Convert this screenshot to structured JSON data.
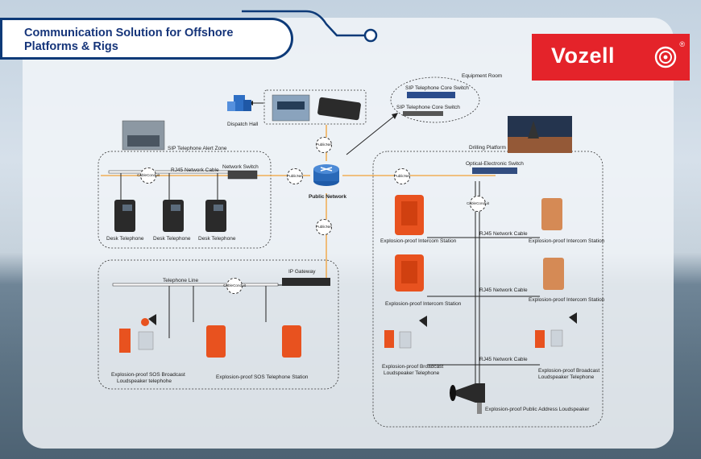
{
  "header": {
    "title": "Communication Solution for Offshore Platforms & Rigs"
  },
  "brand": {
    "name": "Vozell",
    "reg": "®",
    "color": "#e4232a",
    "accent": "#16357a"
  },
  "labels": {
    "dispatch_hall": "Dispatch Hall",
    "equipment_room": "Equipment Room",
    "core_switch_1": "SIP Telephone Core Switch",
    "core_switch_2": "SIP Telephone Core Switch",
    "alert_zone": "SIP Telephone Alert Zone",
    "drilling_platform": "Drilling Platform",
    "rj45_top": "RJ45 Network Cable",
    "network_switch": "Network Switch",
    "public_network": "Public Network",
    "optical_switch": "Optical-Electronic Switch",
    "desk_phone_1": "Desk Telephone",
    "desk_phone_2": "Desk Telephone",
    "desk_phone_3": "Desk Telephone",
    "ip_gateway": "IP Gateway",
    "telephone_line": "Telephone Line",
    "sos_broadcast_1": "Explosion-proof SOS Broadcast",
    "sos_broadcast_2": "Loudspeaker telephohe",
    "sos_station": "Explosion-proof SOS Telephone Station",
    "intercom_l1": "Explosion-proof Intercom Station",
    "intercom_r1": "Explosion-proof Intercom Station",
    "intercom_l2": "Explosion-proof Intercom Station",
    "intercom_r2": "Explosion-proof Intercom Station",
    "rj45_right_1": "RJ45 Network Cable",
    "rj45_right_2": "RJ45 Network Cable",
    "rj45_right_3": "RJ45 Network Cable",
    "broadcast_l_1": "Explosion-proof Broadcast",
    "broadcast_l_2": "Loudspeaker Telephone",
    "broadcast_r_1": "Explosion-proof Broadcast",
    "broadcast_r_2": "Loudspeaker Telephone",
    "pa_loudspeaker": "Explosion-proof Public Address Loudspeaker"
  },
  "badges": {
    "public_net_top": [
      "Public",
      "Net"
    ],
    "public_net_left": [
      "Public",
      "Net"
    ],
    "public_net_right": [
      "Public",
      "Net"
    ],
    "public_net_bottom": [
      "Public",
      "Net"
    ],
    "cable_conduit_top": [
      "Cable",
      "Conduit"
    ],
    "cable_conduit_mid": [
      "Cable",
      "Conduit"
    ],
    "cable_conduit_right": [
      "Cable",
      "Conduit"
    ]
  },
  "colors": {
    "orange_device": "#e8521f",
    "cable_orange": "#f2a136",
    "router_blue": "#2a69b8"
  }
}
